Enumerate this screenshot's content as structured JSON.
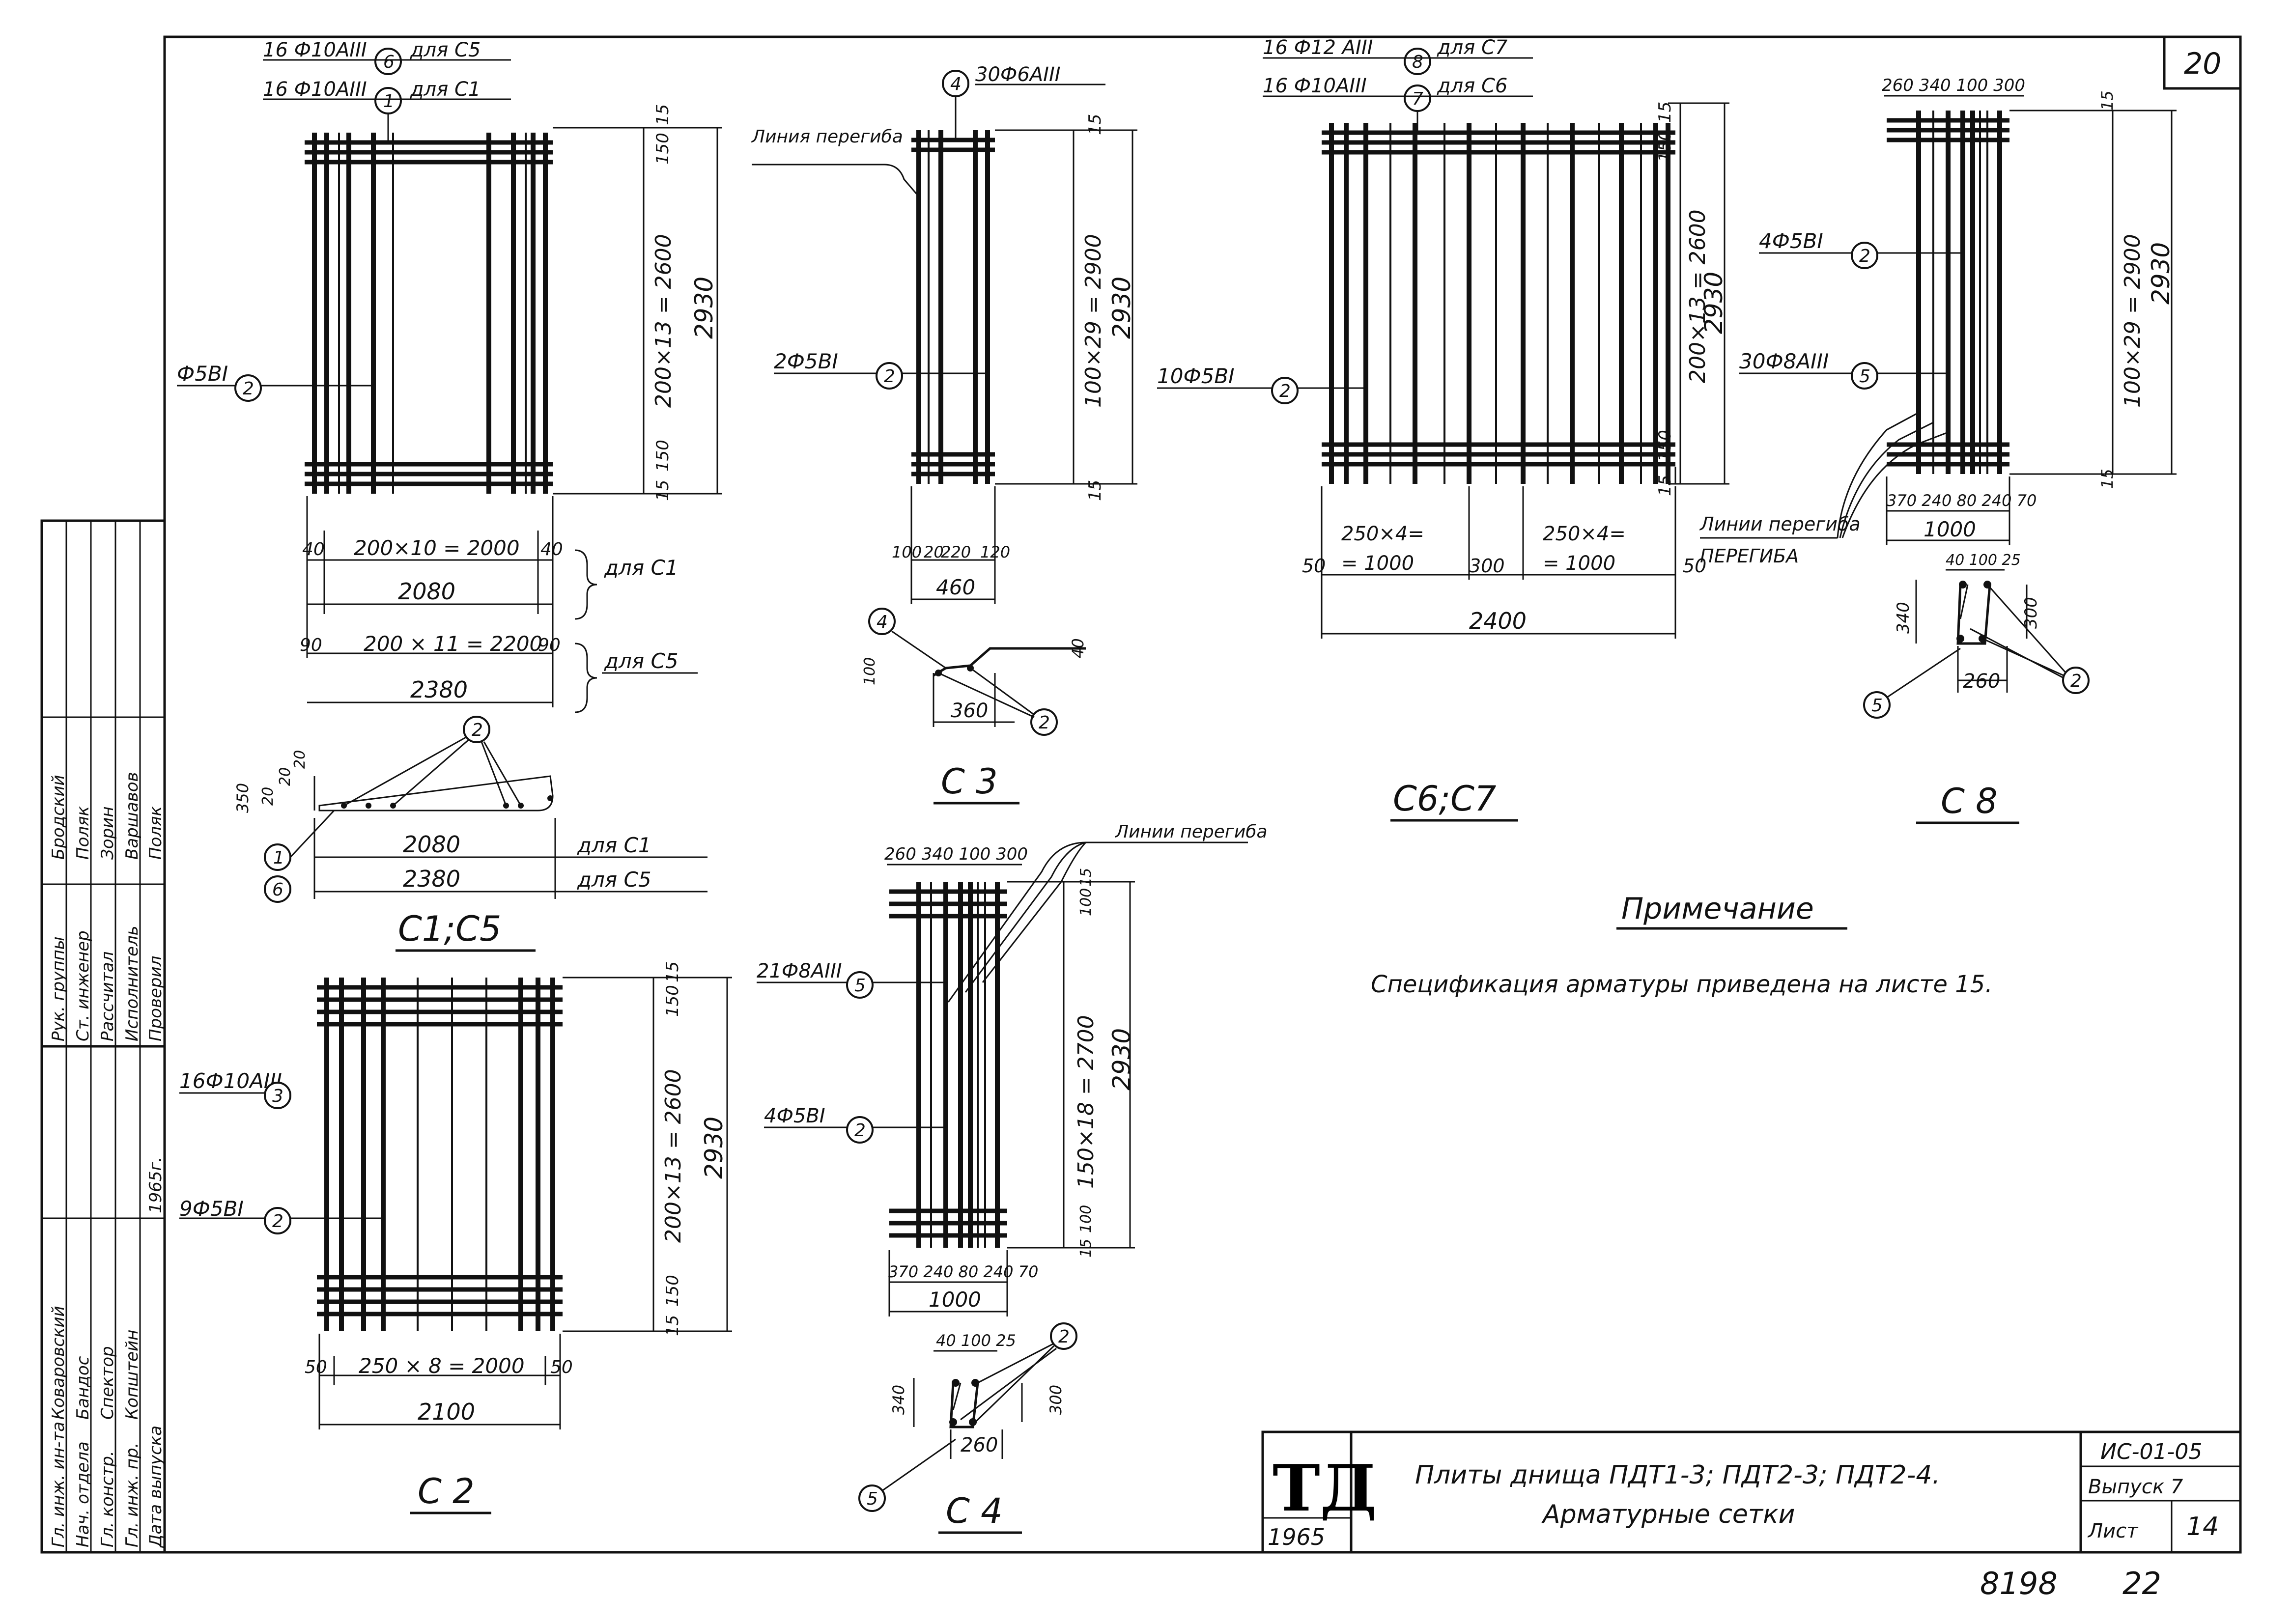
{
  "sheet_number": "20",
  "title_block": {
    "logo": "ТД",
    "logo_year": "1965",
    "title_line1": "Плиты днища ПДТ1-3; ПДТ2-3; ПДТ2-4.",
    "title_line2": "Арматурные сетки",
    "code": "ИС-01-05",
    "issue": "Выпуск 7",
    "sheet_label": "Лист",
    "sheet_no": "14"
  },
  "footer": {
    "left": "8198",
    "right": "22"
  },
  "side_stamp": {
    "rows": [
      {
        "role": "Гл. инж. ин-та",
        "name": "Коваровский"
      },
      {
        "role": "Нач. отдела",
        "name": "Бандос"
      },
      {
        "role": "Гл. констр.",
        "name": "Спектор"
      },
      {
        "role": "Гл. инж. пр.",
        "name": "Копштейн"
      },
      {
        "role": "Дата выпуска",
        "name": "1965г."
      },
      {
        "role": "Рук. группы",
        "name": "Бродский"
      },
      {
        "role": "Ст. инженер",
        "name": "Поляк"
      },
      {
        "role": "Рассчитал",
        "name": "Зорин"
      },
      {
        "role": "Исполнитель",
        "name": "Варшавов"
      },
      {
        "role": "Проверил",
        "name": "Поляк"
      }
    ]
  },
  "note": {
    "heading": "Примечание",
    "text": "Спецификация арматуры приведена на листе 15."
  },
  "c1c5": {
    "label": "С1;С5",
    "top1": "16 Ф10АIII",
    "top1_mark": "6",
    "top1_for": "для С5",
    "top2": "16 Ф10АIII",
    "top2_mark": "1",
    "top2_for": "для С1",
    "left": "Ф5ВI",
    "left_mark": "2",
    "dim_v1": "200×13 = 2600",
    "dim_v2": "2930",
    "dim_15a": "15",
    "dim_150a": "150",
    "dim_15b": "15",
    "dim_150b": "150",
    "row1": "200×10 = 2000",
    "row1_40a": "40",
    "row1_40b": "40",
    "row1_total": "2080",
    "row1_for": "для С1",
    "row2": "200 × 11 = 2200",
    "row2_90a": "90",
    "row2_90b": "90",
    "row2_total": "2380",
    "row2_for": "для С5",
    "sec_mark": "2",
    "sec_350": "350",
    "sec_20a": "20",
    "sec_20b": "20",
    "sec_20c": "20",
    "sec_2080": "2080",
    "sec_2080_for": "для С1",
    "sec_2380": "2380",
    "sec_2380_for": "для С5",
    "sec_m1": "1",
    "sec_m6": "6"
  },
  "c2": {
    "label": "С 2",
    "left1": "16Ф10АIII",
    "left1_mark": "3",
    "left2": "9Ф5ВI",
    "left2_mark": "2",
    "dim_v1": "200×13 = 2600",
    "dim_v2": "2930",
    "dim_15a": "15",
    "dim_150a": "150",
    "dim_15b": "15",
    "dim_150b": "150",
    "row": "250 × 8 = 2000",
    "row_50": "50",
    "row_50b": "50",
    "total": "2100"
  },
  "c3": {
    "label": "С 3",
    "top": "30Ф6АIII",
    "top_mark": "4",
    "bend": "Линия перегиба",
    "left": "2Ф5ВI",
    "left_mark": "2",
    "dim_v1": "100×29 = 2900",
    "dim_v2": "2930",
    "dim_15a": "15",
    "dim_15b": "15",
    "d100": "100",
    "d20": "20",
    "d220": "220",
    "d120": "120",
    "total": "460",
    "sec_mark4": "4",
    "sec_mark2": "2",
    "sec_100": "100",
    "sec_40": "40",
    "sec_360": "360"
  },
  "c4": {
    "label": "С 4",
    "top": "260 340 100 300",
    "bend": "Линии перегиба",
    "left1": "21Ф8АIII",
    "left1_mark": "5",
    "left2": "4Ф5ВI",
    "left2_mark": "2",
    "dim_v1": "150×18 = 2700",
    "dim_v2": "2930",
    "dim_15a": "15",
    "dim_100a": "100",
    "dim_15b": "15",
    "dim_100b": "100",
    "bottom": "370 240 80 240 70",
    "total": "1000",
    "sec_top": "40 100 25",
    "sec_340": "340",
    "sec_300": "300",
    "sec_260": "260",
    "sec_mark2": "2",
    "sec_mark5": "5"
  },
  "c6c7": {
    "label": "С6;С7",
    "top1": "16 Ф12 АIII",
    "top1_mark": "8",
    "top1_for": "для С7",
    "top2": "16 Ф10АIII",
    "top2_mark": "7",
    "top2_for": "для С6",
    "left": "10Ф5ВI",
    "left_mark": "2",
    "dim_v1": "200×13 = 2600",
    "dim_v2": "2930",
    "dim_15a": "15",
    "dim_150a": "150",
    "dim_15b": "15",
    "dim_150b": "150",
    "seg1": "250×4=",
    "seg1b": "= 1000",
    "seg2": "250×4=",
    "seg2b": "= 1000",
    "d50a": "50",
    "d300": "300",
    "d50b": "50",
    "total": "2400"
  },
  "c8": {
    "label": "С 8",
    "top": "260 340 100 300",
    "left1": "4Ф5ВI",
    "left1_mark": "2",
    "left2": "30Ф8АIII",
    "left2_mark": "5",
    "bend": "Линии перегиба",
    "dim_v1": "100×29 = 2900",
    "dim_v2": "2930",
    "dim_15a": "15",
    "dim_15b": "15",
    "bottom": "370 240 80 240 70",
    "total": "1000",
    "sec_top": "40 100 25",
    "sec_340": "340",
    "sec_300": "300",
    "sec_260": "260",
    "sec_mark2": "2",
    "sec_mark5": "5"
  }
}
